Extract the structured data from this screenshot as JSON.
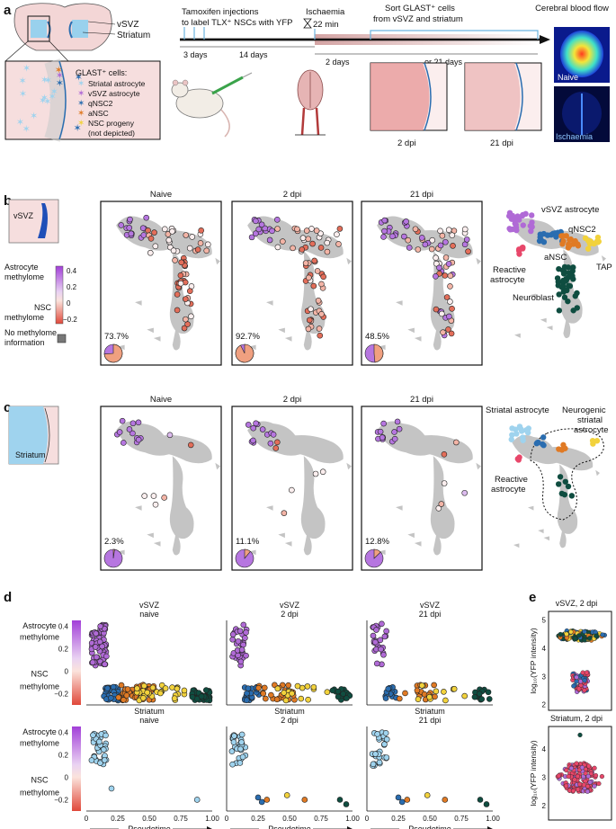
{
  "panel_letters": {
    "a": "a",
    "b": "b",
    "c": "c",
    "d": "d",
    "e": "e"
  },
  "panel_a": {
    "brain_labels": [
      "vSVZ",
      "Striatum"
    ],
    "glast_title": "GLAST⁺ cells:",
    "legend": [
      {
        "label": "Striatal astrocyte",
        "color": "#9fd3ee"
      },
      {
        "label": "vSVZ astrocyte",
        "color": "#b06ad6"
      },
      {
        "label": "qNSC2",
        "color": "#2a6db0"
      },
      {
        "label": "aNSC",
        "color": "#e07a24"
      },
      {
        "label": "NSC progeny",
        "color": "#f2d23c"
      },
      {
        "label": "(not depicted)",
        "color": ""
      }
    ],
    "timeline": {
      "tamoxifen": [
        "Tamoxifen injections",
        "to label TLX⁺ NSCs with YFP"
      ],
      "ischaemia": [
        "Ischaemia",
        "22 min"
      ],
      "sort": [
        "Sort GLAST⁺ cells",
        "from vSVZ and striatum"
      ],
      "intervals": [
        "3 days",
        "14 days",
        "2 days",
        "or 21 days"
      ],
      "dpi": [
        "2 dpi",
        "21 dpi"
      ]
    },
    "cbf": {
      "title": "Cerebral blood flow",
      "naive": "Naive",
      "isch": "Ischaemia"
    }
  },
  "panel_b": {
    "region": "vSVZ",
    "umap_titles": [
      "Naive",
      "2 dpi",
      "21 dpi"
    ],
    "pcts": [
      "73.7%",
      "92.7%",
      "48.5%"
    ],
    "pct_values": [
      73.7,
      92.7,
      48.5
    ],
    "colorbar": {
      "top": "Astrocyte",
      "top2": "methylome",
      "bot": "NSC",
      "bot2": "methylome",
      "ticks": [
        "0.4",
        "0.2",
        "0",
        "−0.2"
      ]
    },
    "no_info": [
      "No methylome",
      "information"
    ],
    "labels": [
      "vSVZ astrocyte",
      "qNSC2",
      "aNSC",
      "TAP",
      "Reactive",
      "astrocyte",
      "Neuroblast"
    ]
  },
  "panel_c": {
    "region": "Striatum",
    "umap_titles": [
      "Naive",
      "2 dpi",
      "21 dpi"
    ],
    "pcts": [
      "2.3%",
      "11.1%",
      "12.8%"
    ],
    "pct_values": [
      2.3,
      11.1,
      12.8
    ],
    "labels": [
      "Striatal astrocyte",
      "Neurogenic",
      "striatal",
      "astrocyte",
      "Reactive",
      "astrocyte"
    ]
  },
  "panel_d": {
    "titles_top": [
      [
        "vSVZ",
        "naive"
      ],
      [
        "vSVZ",
        "2 dpi"
      ],
      [
        "vSVZ",
        "21 dpi"
      ]
    ],
    "titles_bot": [
      [
        "Striatum",
        "naive"
      ],
      [
        "Striatum",
        "2 dpi"
      ],
      [
        "Striatum",
        "21 dpi"
      ]
    ],
    "ylabels": [
      "Astrocyte",
      "methylome",
      "NSC",
      "methylome"
    ],
    "yticks": [
      "0.4",
      "0.2",
      "0",
      "−0.2"
    ],
    "xticks": [
      "0",
      "0.25",
      "0.50",
      "0.75",
      "1.00"
    ],
    "xlabel": "Pseudotime"
  },
  "panel_e": {
    "titles": [
      "vSVZ, 2 dpi",
      "Striatum, 2 dpi"
    ],
    "ylabel": "log₁₀(YFP intensity)",
    "yticks": [
      "5",
      "4",
      "3",
      "2"
    ]
  },
  "chart_data": [
    {
      "type": "scatter",
      "title": "vSVZ naive",
      "xlabel": "Pseudotime",
      "xlim": [
        0,
        1
      ],
      "ylim": [
        -0.3,
        0.45
      ],
      "clusters": [
        {
          "name": "vSVZ astrocyte",
          "x_range": [
            0.04,
            0.16
          ],
          "y_range": [
            0.05,
            0.42
          ],
          "n": 70
        },
        {
          "name": "qNSC2",
          "x_range": [
            0.14,
            0.26
          ],
          "y_range": [
            -0.26,
            -0.14
          ],
          "n": 35
        },
        {
          "name": "aNSC",
          "x_range": [
            0.25,
            0.55
          ],
          "y_range": [
            -0.26,
            -0.12
          ],
          "n": 45
        },
        {
          "name": "TAP",
          "x_range": [
            0.4,
            0.8
          ],
          "y_range": [
            -0.26,
            -0.12
          ],
          "n": 30
        },
        {
          "name": "Neuroblast",
          "x_range": [
            0.84,
            0.98
          ],
          "y_range": [
            -0.26,
            -0.16
          ],
          "n": 35
        }
      ]
    },
    {
      "type": "scatter",
      "title": "Striatum naive",
      "xlabel": "Pseudotime",
      "xlim": [
        0,
        1
      ],
      "ylim": [
        -0.3,
        0.45
      ],
      "clusters": [
        {
          "name": "Striatal astrocyte",
          "x_range": [
            0.04,
            0.16
          ],
          "y_range": [
            0.1,
            0.4
          ],
          "n": 40
        }
      ]
    },
    {
      "type": "scatter",
      "title": "vSVZ, 2 dpi YFP",
      "ylabel": "log10(YFP intensity)",
      "ylim": [
        1.8,
        5.3
      ]
    },
    {
      "type": "scatter",
      "title": "Striatum, 2 dpi YFP",
      "ylabel": "log10(YFP intensity)",
      "ylim": [
        1.5,
        4.8
      ]
    }
  ]
}
